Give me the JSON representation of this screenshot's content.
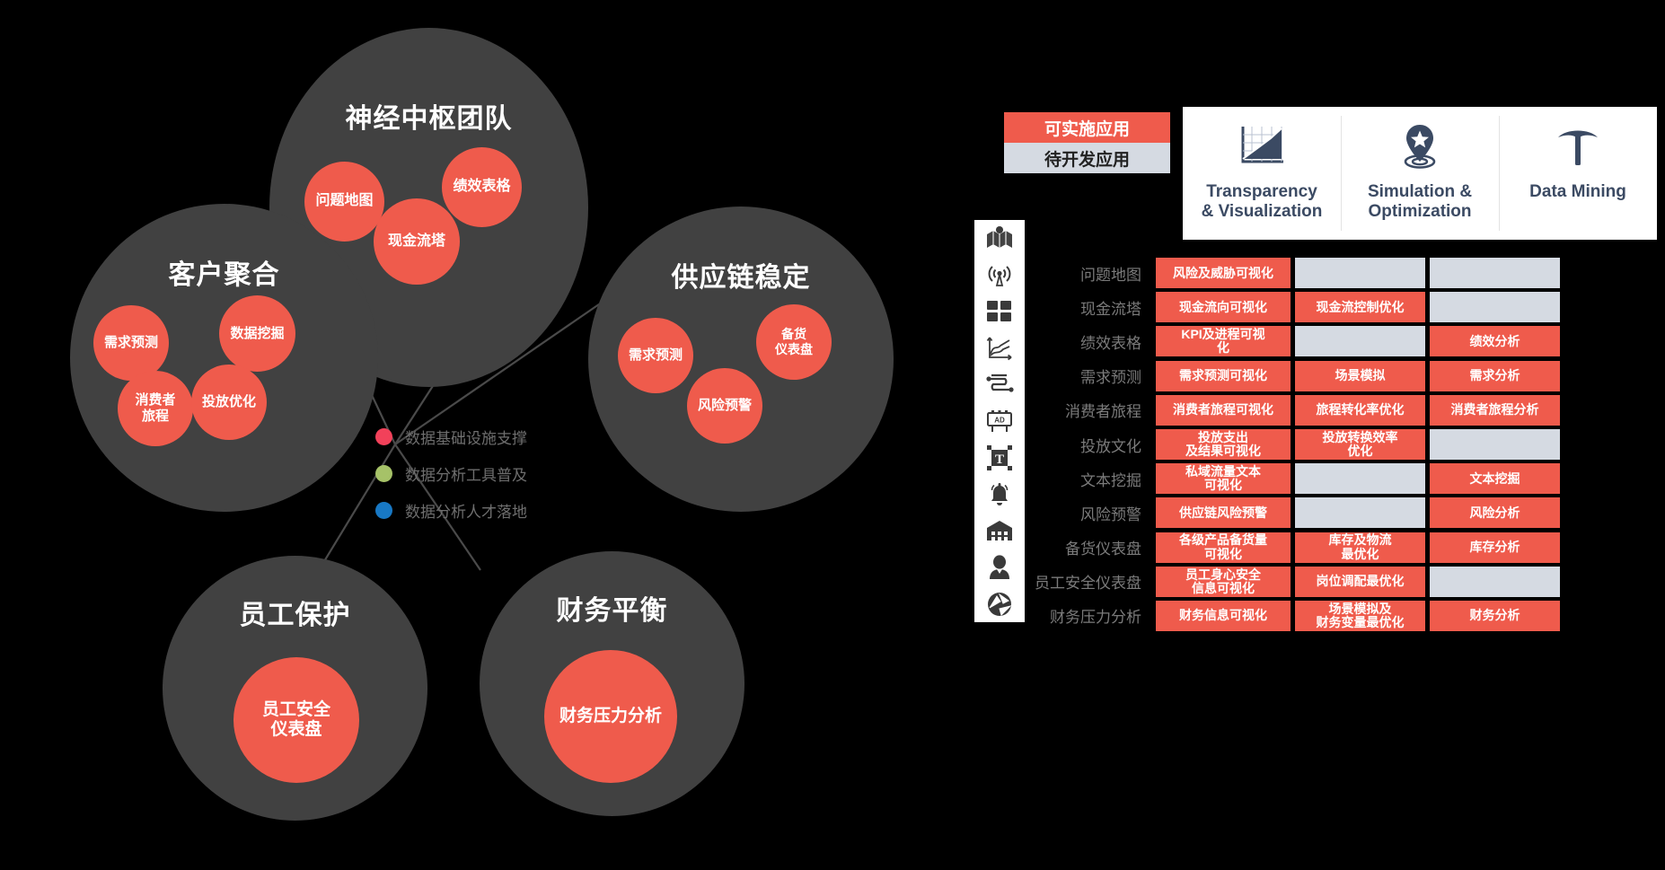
{
  "colors": {
    "background": "#000000",
    "cluster_fill": "#414141",
    "node_fill": "#ef5b4c",
    "accent_red": "#ef5b4c",
    "cell_empty": "#d5dae2",
    "header_card": "#ffffff",
    "header_text": "#3b4a63",
    "label_gray": "#7b7b7b",
    "link_line": "#4a4a4a"
  },
  "bubble_map": {
    "clusters": [
      {
        "id": "neural-center-team",
        "title": "神经中枢团队",
        "nodes": [
          {
            "label": "问题地图"
          },
          {
            "label": "绩效表格"
          },
          {
            "label": "现金流塔"
          }
        ]
      },
      {
        "id": "customer-aggregation",
        "title": "客户聚合",
        "nodes": [
          {
            "label": "需求预测"
          },
          {
            "label": "数据挖掘"
          },
          {
            "label": "消费者\n旅程"
          },
          {
            "label": "投放优化"
          }
        ]
      },
      {
        "id": "supply-chain-stability",
        "title": "供应链稳定",
        "nodes": [
          {
            "label": "需求预测"
          },
          {
            "label": "备货\n仪表盘"
          },
          {
            "label": "风险预警"
          }
        ]
      },
      {
        "id": "employee-protection",
        "title": "员工保护",
        "nodes": [
          {
            "label": "员工安全\n仪表盘"
          }
        ]
      },
      {
        "id": "financial-balance",
        "title": "财务平衡",
        "nodes": [
          {
            "label": "财务压力分析"
          }
        ]
      }
    ],
    "legend": [
      {
        "label": "数据基础设施支撑",
        "color": "#f2415a"
      },
      {
        "label": "数据分析工具普及",
        "color": "#a6c268"
      },
      {
        "label": "数据分析人才落地",
        "color": "#1878c4"
      }
    ]
  },
  "matrix": {
    "key": [
      {
        "label": "可实施应用",
        "state": "implementable"
      },
      {
        "label": "待开发应用",
        "state": "to-be-developed"
      }
    ],
    "columns": [
      {
        "icon": "chart-growth-icon",
        "title": "Transparency\n& Visualization"
      },
      {
        "icon": "location-pin-star-icon",
        "title": "Simulation &\nOptimization"
      },
      {
        "icon": "pickaxe-icon",
        "title": "Data Mining"
      }
    ],
    "rows": [
      {
        "icon": "map-pin-icon",
        "label": "问题地图",
        "cells": [
          {
            "text": "风险及威胁可视化",
            "filled": true
          },
          {
            "text": "",
            "filled": false
          },
          {
            "text": "",
            "filled": false
          }
        ]
      },
      {
        "icon": "signal-tower-icon",
        "label": "现金流塔",
        "cells": [
          {
            "text": "现金流向可视化",
            "filled": true
          },
          {
            "text": "现金流控制优化",
            "filled": true
          },
          {
            "text": "",
            "filled": false
          }
        ]
      },
      {
        "icon": "grid-squares-icon",
        "label": "绩效表格",
        "cells": [
          {
            "text": "KPI及进程可视\n化",
            "filled": true
          },
          {
            "text": "",
            "filled": false
          },
          {
            "text": "绩效分析",
            "filled": true
          }
        ]
      },
      {
        "icon": "line-chart-icon",
        "label": "需求预测",
        "cells": [
          {
            "text": "需求预测可视化",
            "filled": true
          },
          {
            "text": "场景模拟",
            "filled": true
          },
          {
            "text": "需求分析",
            "filled": true
          }
        ]
      },
      {
        "icon": "journey-path-icon",
        "label": "消费者旅程",
        "cells": [
          {
            "text": "消费者旅程可视化",
            "filled": true
          },
          {
            "text": "旅程转化率优化",
            "filled": true
          },
          {
            "text": "消费者旅程分析",
            "filled": true
          }
        ]
      },
      {
        "icon": "billboard-ad-icon",
        "label": "投放文化",
        "cells": [
          {
            "text": "投放支出\n及结果可视化",
            "filled": true
          },
          {
            "text": "投放转换效率\n优化",
            "filled": true
          },
          {
            "text": "",
            "filled": false
          }
        ]
      },
      {
        "icon": "text-select-icon",
        "label": "文本挖掘",
        "cells": [
          {
            "text": "私域流量文本\n可视化",
            "filled": true
          },
          {
            "text": "",
            "filled": false
          },
          {
            "text": "文本挖掘",
            "filled": true
          }
        ]
      },
      {
        "icon": "bell-alert-icon",
        "label": "风险预警",
        "cells": [
          {
            "text": "供应链风险预警",
            "filled": true
          },
          {
            "text": "",
            "filled": false
          },
          {
            "text": "风险分析",
            "filled": true
          }
        ]
      },
      {
        "icon": "warehouse-icon",
        "label": "备货仪表盘",
        "cells": [
          {
            "text": "各级产品备货量\n可视化",
            "filled": true
          },
          {
            "text": "库存及物流\n最优化",
            "filled": true
          },
          {
            "text": "库存分析",
            "filled": true
          }
        ]
      },
      {
        "icon": "employee-person-icon",
        "label": "员工安全仪表盘",
        "cells": [
          {
            "text": "员工身心安全\n信息可视化",
            "filled": true
          },
          {
            "text": "岗位调配最优化",
            "filled": true
          },
          {
            "text": "",
            "filled": false
          }
        ]
      },
      {
        "icon": "aperture-icon",
        "label": "财务压力分析",
        "cells": [
          {
            "text": "财务信息可视化",
            "filled": true
          },
          {
            "text": "场景模拟及\n财务变量最优化",
            "filled": true
          },
          {
            "text": "财务分析",
            "filled": true
          }
        ]
      }
    ]
  }
}
